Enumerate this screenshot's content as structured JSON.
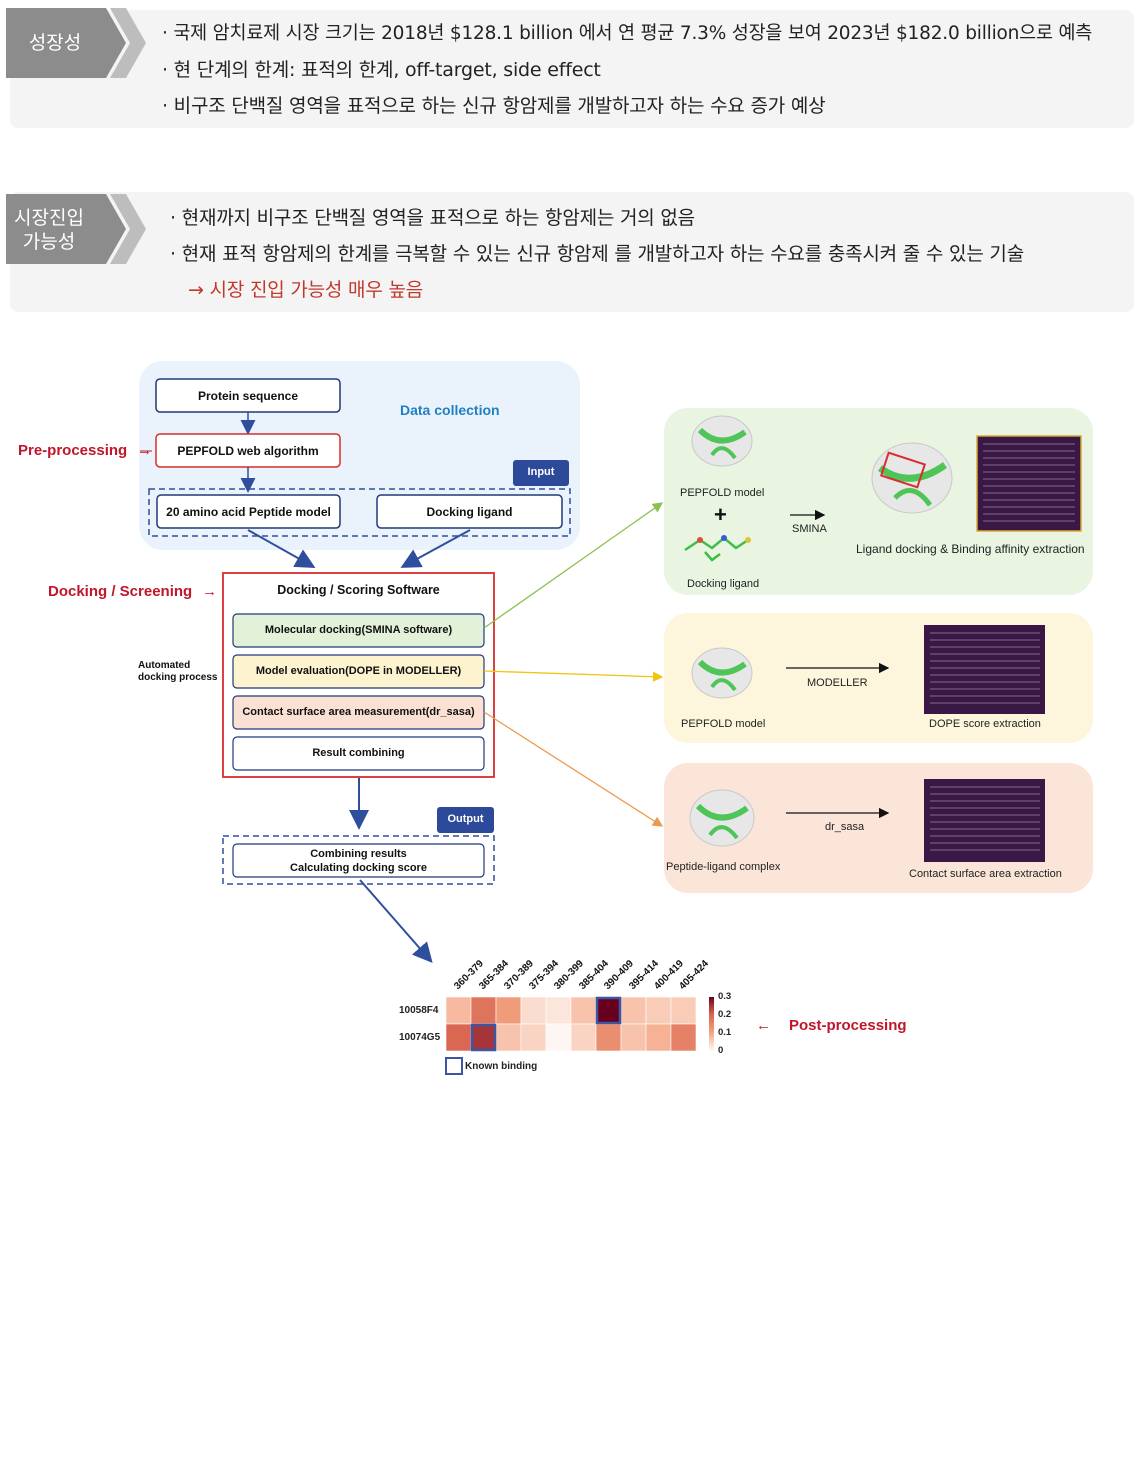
{
  "panel1": {
    "tag": "성장성",
    "bullets": [
      "· 국제 암치료제 시장 크기는 2018년 $128.1 billion 에서 연 평균 7.3% 성장을 보여 2023년 $182.0 billion으로 예측",
      "· 현 단계의 한계: 표적의 한계, off-target, side effect",
      "· 비구조 단백질 영역을 표적으로 하는 신규 항암제를 개발하고자 하는 수요 증가 예상"
    ]
  },
  "panel2": {
    "tag_line1": "시장진입",
    "tag_line2": "가능성",
    "bullets": [
      "· 현재까지 비구조 단백질 영역을 표적으로 하는 항암제는 거의 없음",
      "· 현재 표적 항암제의 한계를 극복할 수 있는 신규 항암제 를 개발하고자 하는 수요를 충족시켜 줄 수 있는 기술"
    ],
    "conclusion": "→ 시장 진입 가능성 매우 높음"
  },
  "diagram": {
    "data_collection": "Data collection",
    "protein_sequence": "Protein sequence",
    "pepfold_web": "PEPFOLD web algorithm",
    "input_badge": "Input",
    "peptide_model": "20 amino acid Peptide model",
    "docking_ligand": "Docking ligand",
    "pre_processing": "Pre-processing",
    "docking_screening": "Docking / Screening",
    "arrow": "→",
    "left_arrow": "←",
    "software_title": "Docking / Scoring Software",
    "molecular_docking": "Molecular  docking(SMINA  software)",
    "model_evaluation": "Model  evaluation(DOPE  in  MODELLER)",
    "contact_surface": "Contact surface  area  measurement(dr_sasa)",
    "result_combining": "Result combining",
    "automated_line1": "Automated",
    "automated_line2": "docking process",
    "output_badge": "Output",
    "combining_line1": "Combining  results",
    "combining_line2": "Calculating  docking  score",
    "post_processing": "Post-processing",
    "known_binding": "Known binding",
    "panel_green": {
      "pepfold_model": "PEPFOLD model",
      "plus": "+",
      "smina": "SMINA",
      "docking_ligand": "Docking ligand",
      "result": "Ligand docking & Binding  affinity extraction"
    },
    "panel_yellow": {
      "pepfold_model": "PEPFOLD model",
      "modeller": "MODELLER",
      "result": "DOPE score extraction"
    },
    "panel_orange": {
      "complex": "Peptide-ligand complex",
      "dr_sasa": "dr_sasa",
      "result": "Contact surface area extraction"
    }
  },
  "colors": {
    "red_stage": "#c0152a",
    "blue_arrow": "#2f4f9e",
    "badge": "#2d4a9a",
    "green_panel": "#e9f4e1",
    "yellow_panel": "#fdf6dc",
    "orange_panel": "#fbe5d8"
  },
  "chart_data": {
    "type": "heatmap",
    "x_categories": [
      "360-379",
      "365-384",
      "370-389",
      "375-394",
      "380-399",
      "385-404",
      "390-409",
      "395-414",
      "400-419",
      "405-424"
    ],
    "y_categories": [
      "10058F4",
      "10074G5"
    ],
    "values": [
      [
        0.08,
        0.18,
        0.12,
        0.04,
        0.03,
        0.07,
        0.3,
        0.07,
        0.06,
        0.06
      ],
      [
        0.2,
        0.25,
        0.07,
        0.05,
        0.01,
        0.05,
        0.14,
        0.07,
        0.09,
        0.16
      ]
    ],
    "colorbar_ticks": [
      "0.3",
      "0.2",
      "0.1",
      "0"
    ],
    "range": [
      0,
      0.3
    ],
    "known_binding": [
      [
        0,
        6
      ],
      [
        1,
        1
      ]
    ],
    "legend": "Known binding"
  }
}
